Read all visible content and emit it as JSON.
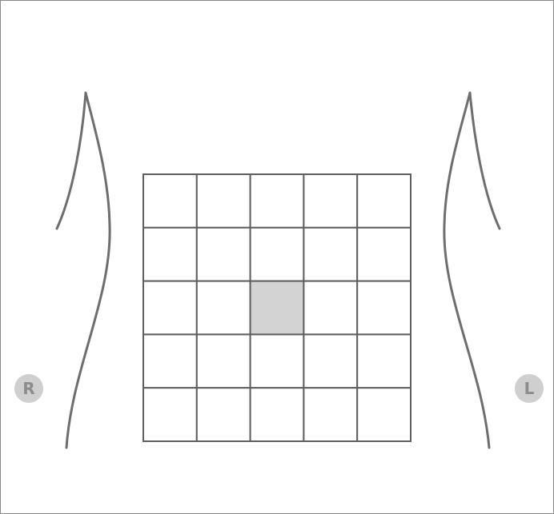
{
  "diagram": {
    "grid": {
      "rows": 5,
      "cols": 5,
      "selected_cell": {
        "row": 3,
        "col": 3
      }
    },
    "side_labels": {
      "right": "R",
      "left": "L"
    },
    "colors": {
      "outline": "#6e6e6e",
      "grid_line": "#5f5f5f",
      "selected_fill": "#d3d3d3",
      "badge_fill": "#cfcfcf",
      "badge_text": "#8c8c8c"
    }
  }
}
